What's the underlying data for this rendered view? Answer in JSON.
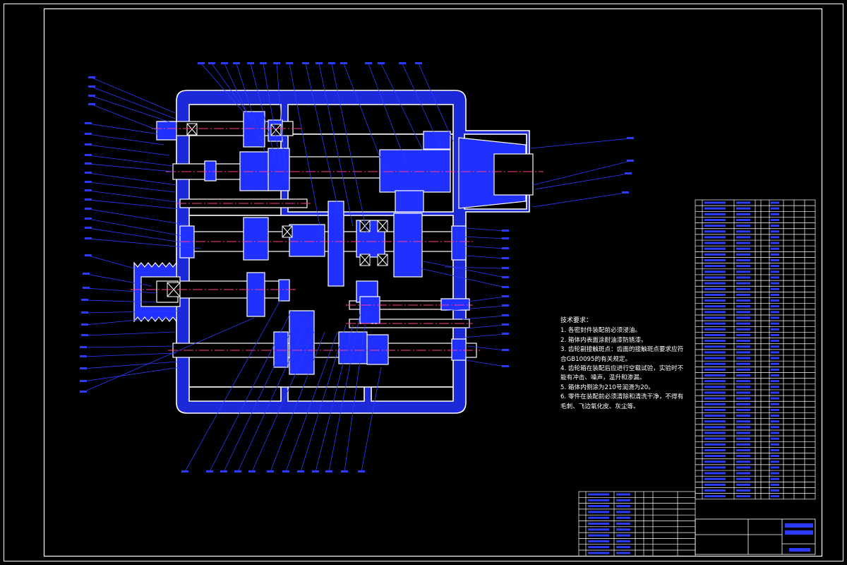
{
  "drawing": {
    "technical_requirements": {
      "title": "技术要求：",
      "items": [
        "1. 各密封件装配前必须浸油。",
        "2. 箱体内表面涂耐油漆防锈漆。",
        "3. 齿轮副接触斑点：齿面的接触斑点要求应符合GB10095的有关规定。",
        "4. 齿轮箱在装配后应进行空载试验，实验时不能有冲击、噪声，温升和渗漏。",
        "5. 箱体内侧涂为210号润滑为20。",
        "6. 零件在装配前必须清除和清洗干净，不得有毛刺、飞边氧化皮、灰尘等。"
      ]
    }
  },
  "colors": {
    "background": "#000000",
    "outline": "#ffffff",
    "leader": "#2c3cff",
    "centerline": "#ff3c8c",
    "part_label": "#6b78ff"
  }
}
